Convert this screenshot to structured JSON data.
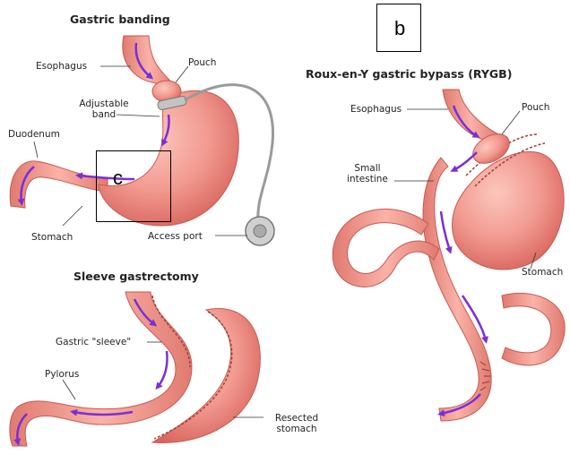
{
  "panels": {
    "banding": {
      "title": "Gastric banding",
      "labels": {
        "esophagus": "Esophagus",
        "pouch": "Pouch",
        "adjustable_band": "Adjustable\nband",
        "duodenum": "Duodenum",
        "stomach": "Stomach",
        "access_port": "Access port"
      }
    },
    "rygb": {
      "title": "Roux-en-Y gastric bypass (RYGB)",
      "labels": {
        "esophagus": "Esophagus",
        "pouch": "Pouch",
        "small_intestine": "Small\nintestine",
        "stomach": "Stomach"
      }
    },
    "sleeve": {
      "title": "Sleeve gastrectomy",
      "labels": {
        "gastric_sleeve": "Gastric \"sleeve\"",
        "pylorus": "Pylorus",
        "resected_stomach": "Resected\nstomach"
      }
    }
  },
  "markers": {
    "b": "b",
    "c": "c"
  },
  "colors": {
    "tissue": "#f0928a",
    "tissue_dark": "#d9665e",
    "tissue_light": "#fbc4bb",
    "arrow": "#7a2fd6",
    "band": "#b8b8b8",
    "tube": "#9a9a9a"
  }
}
